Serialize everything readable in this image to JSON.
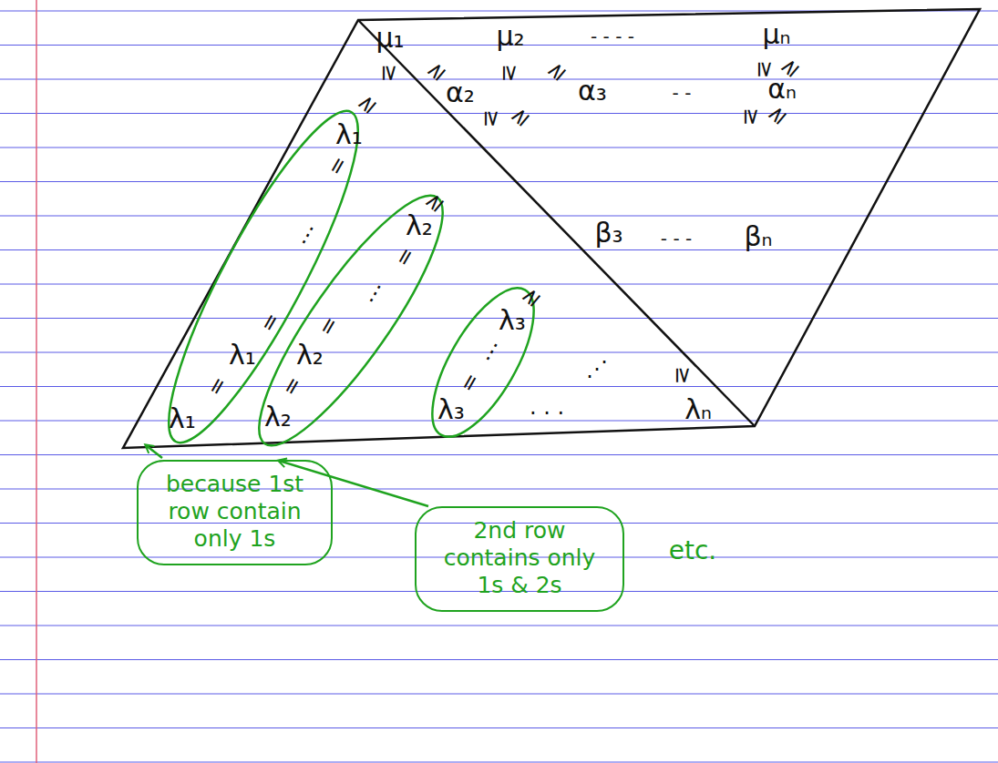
{
  "diagram": {
    "nodes": [
      {
        "text": [
          "because 1st row contain only 1s"
        ]
      },
      {
        "text": [
          "2nd row contains only 1s & 2s"
        ]
      }
    ],
    "labels": [
      "μ₁",
      "μ₂",
      "- - - -",
      "μₙ",
      "≥",
      "≥",
      "≥",
      "≥",
      "≥",
      "≥",
      "≥",
      "λ₁",
      "α₂",
      "α₃",
      "- -",
      "αₙ",
      "≥",
      "≥",
      "≥",
      "≥",
      "=",
      "⋮",
      "=",
      "λ₁",
      "=",
      "λ₁",
      "≥",
      "λ₂",
      "β₃",
      "- - -",
      "βₙ",
      "=",
      "⋮",
      "=",
      "λ₂",
      "=",
      "λ₂",
      "≥",
      "λ₃",
      "⋮",
      "=",
      "λ₃",
      "⋰",
      "≥",
      ". . .",
      "λₙ",
      "etc."
    ]
  }
}
